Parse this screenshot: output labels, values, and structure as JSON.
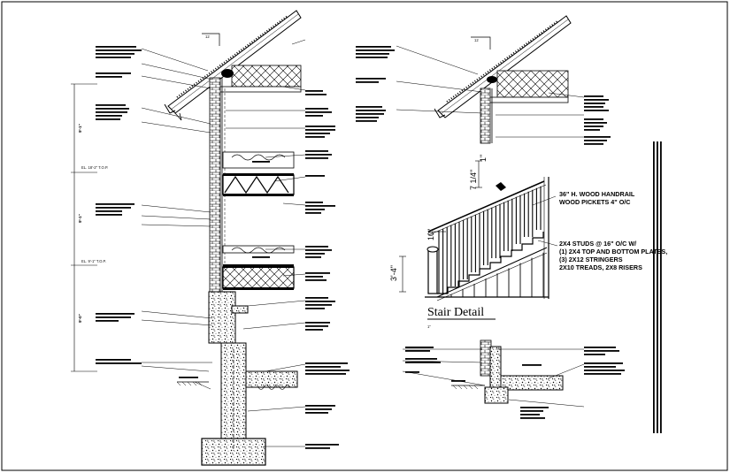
{
  "stair": {
    "title": "Stair Detail",
    "scale": "1\"",
    "handrail": [
      "36\" H. WOOD HANDRAIL",
      "WOOD PICKETS 4\" O/C"
    ],
    "stringer": [
      "2X4 STUDS @ 16\" O/C W/",
      "(1) 2X4 TOP AND BOTTOM PLATES,",
      "(3) 2X12 STRINGERS",
      "2X10 TREADS, 2X8 RISERS"
    ],
    "dim_rise": "7 1/4\"",
    "dim_run": "10\"",
    "dim_nose": "1\"",
    "dim_height": "3'-4\""
  },
  "section_left": {
    "dims": [
      "9'-1\"",
      "9'-1\"",
      "9'-0\""
    ],
    "level_marks": [
      "EL. 18'-2\" T.O.P.",
      "EL. 9'-1\" T.O.P."
    ],
    "icons": [
      "roof-slope-icon",
      "insulation-icon",
      "concrete-icon",
      "brick-icon"
    ]
  },
  "section_right": {
    "icons": [
      "roof-slope-icon",
      "insulation-icon",
      "concrete-icon",
      "brick-icon"
    ]
  }
}
